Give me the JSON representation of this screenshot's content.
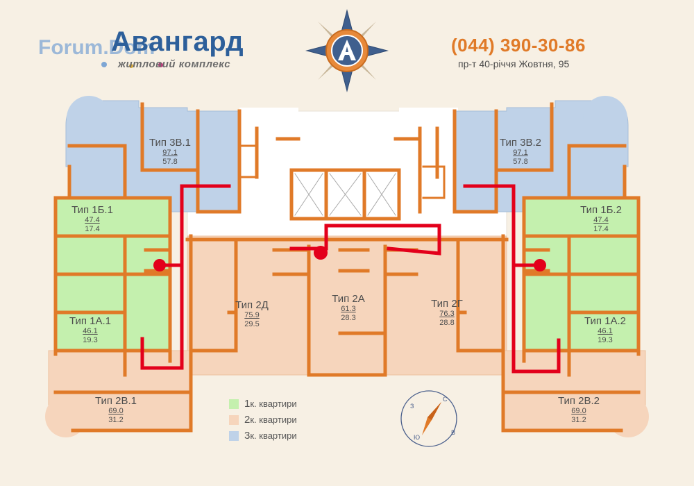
{
  "header": {
    "watermark": "Forum.Dom",
    "brand": "Авангард",
    "subtitle": "житловий комплекс",
    "phone": "(044) 390-30-86",
    "address": "пр-т 40-річчя Жовтня, 95"
  },
  "colors": {
    "one_room": "#c4f0ae",
    "two_room": "#f6d5bc",
    "three_room": "#bfd2e8",
    "wall": "#e07a28",
    "route": "#e3001b",
    "brand": "#2d5f9a"
  },
  "units": [
    {
      "name": "Тип 3В.1",
      "area_total": "97.1",
      "area_living": "57.8"
    },
    {
      "name": "Тип 3В.2",
      "area_total": "97.1",
      "area_living": "57.8"
    },
    {
      "name": "Тип 1Б.1",
      "area_total": "47.4",
      "area_living": "17.4"
    },
    {
      "name": "Тип 1Б.2",
      "area_total": "47.4",
      "area_living": "17.4"
    },
    {
      "name": "Тип 2Д",
      "area_total": "75.9",
      "area_living": "29.5"
    },
    {
      "name": "Тип 2А",
      "area_total": "61.3",
      "area_living": "28.3"
    },
    {
      "name": "Тип 2Г",
      "area_total": "76.3",
      "area_living": "28.8"
    },
    {
      "name": "Тип 1А.1",
      "area_total": "46.1",
      "area_living": "19.3"
    },
    {
      "name": "Тип 1А.2",
      "area_total": "46.1",
      "area_living": "19.3"
    },
    {
      "name": "Тип 2В.1",
      "area_total": "69.0",
      "area_living": "31.2"
    },
    {
      "name": "Тип 2В.2",
      "area_total": "69.0",
      "area_living": "31.2"
    }
  ],
  "legend": [
    {
      "prefix": "1",
      "text": "к. квартири"
    },
    {
      "prefix": "2",
      "text": "к. квартири"
    },
    {
      "prefix": "3",
      "text": "к. квартири"
    }
  ],
  "compass": {
    "n": "С",
    "s": "Ю",
    "e": "В",
    "w": "З"
  }
}
